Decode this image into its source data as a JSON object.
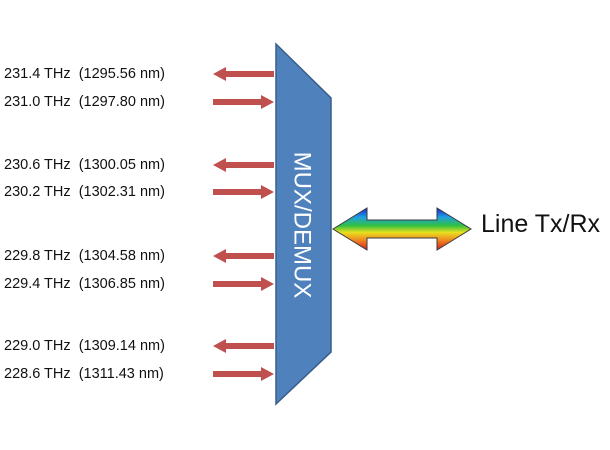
{
  "mux": {
    "label": "MUX/DEMUX",
    "fill": "#4f81bd",
    "stroke": "#385d8a"
  },
  "line": {
    "label": "Line Tx/Rx"
  },
  "channels": [
    {
      "text": "231.4 THz  (1295.56 nm)",
      "direction": "out"
    },
    {
      "text": "231.0 THz  (1297.80 nm)",
      "direction": "in"
    },
    {
      "text": "230.6 THz  (1300.05 nm)",
      "direction": "out"
    },
    {
      "text": "230.2 THz  (1302.31 nm)",
      "direction": "in"
    },
    {
      "text": "229.8 THz  (1304.58 nm)",
      "direction": "out"
    },
    {
      "text": "229.4 THz  (1306.85 nm)",
      "direction": "in"
    },
    {
      "text": "229.0 THz  (1309.14 nm)",
      "direction": "out"
    },
    {
      "text": "228.6 THz  (1311.43 nm)",
      "direction": "in"
    }
  ],
  "colors": {
    "channel_arrow": "#c0504d"
  }
}
